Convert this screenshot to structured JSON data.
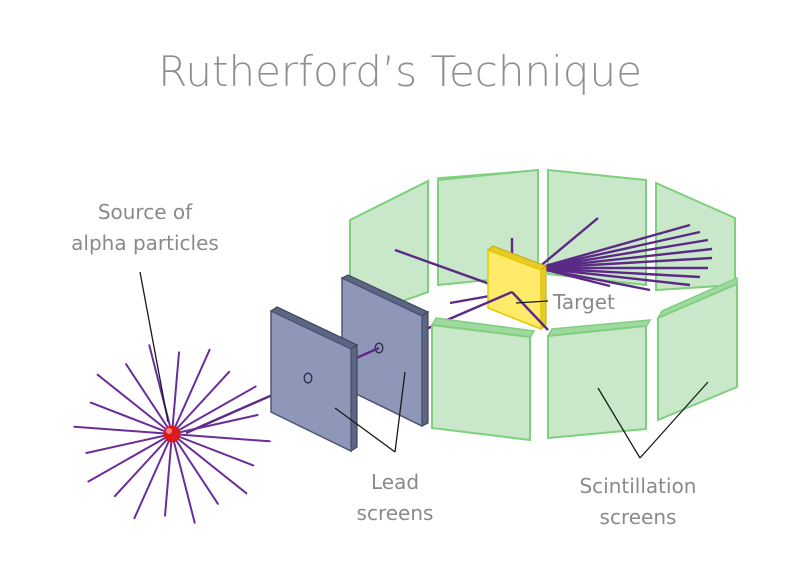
{
  "title": "Rutherford’s Technique",
  "labels": {
    "source_line1": "Source of",
    "source_line2": "alpha particles",
    "target": "Target",
    "lead_line1": "Lead",
    "lead_line2": "screens",
    "scint_line1": "Scintillation",
    "scint_line2": "screens"
  },
  "colors": {
    "title_text": "#8f8f8f",
    "label_text": "#8a8a8a",
    "alpha_rays": "#6a2d9a",
    "source_core": "#e02020",
    "lead_screen": "#8e97b8",
    "target": "#ffea6a",
    "scintillation_screen": "#c9e8c9"
  }
}
